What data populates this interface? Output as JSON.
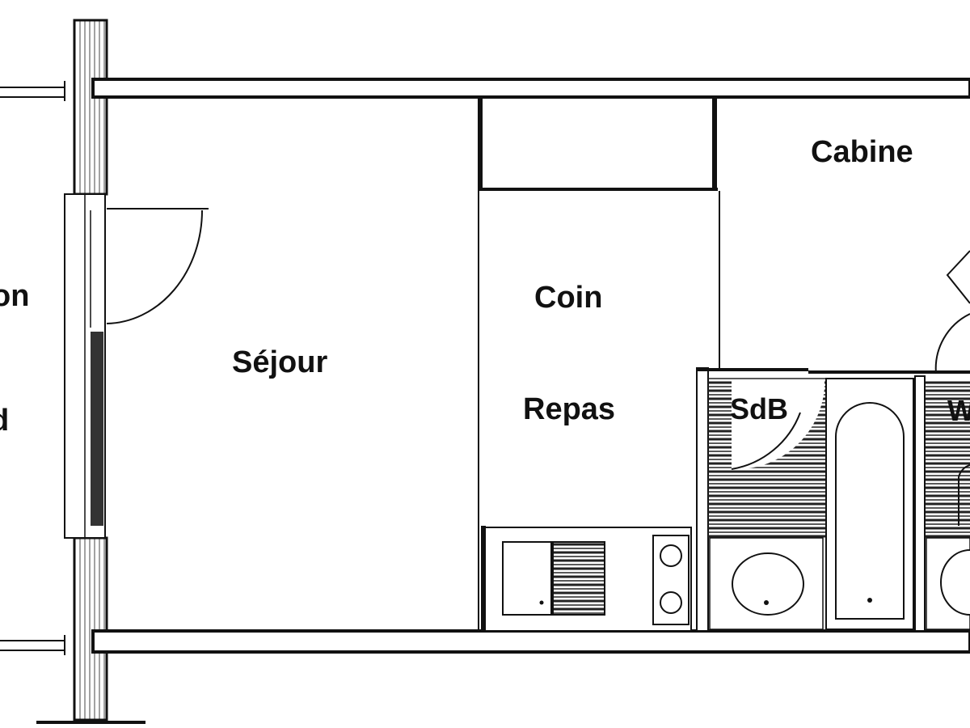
{
  "plan": {
    "rooms": {
      "balcony_fragment_top": "on",
      "balcony_fragment_bottom": "d",
      "sejour": "Séjour",
      "coin": "Coin",
      "repas": "Repas",
      "cabine": "Cabine",
      "sdb": "SdB",
      "wc_fragment": "W"
    },
    "colors": {
      "wall": "#111111",
      "hatch": "#333333",
      "background": "#ffffff"
    }
  }
}
